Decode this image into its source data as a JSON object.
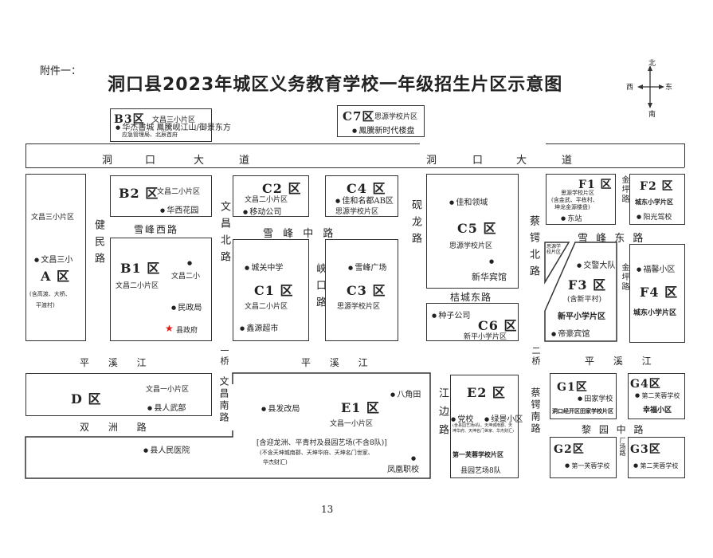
{
  "header": {
    "attachment": "附件一：",
    "title": "洞口县2023年城区义务教育学校一年级招生片区示意图",
    "compass": {
      "n": "北",
      "s": "南",
      "e": "东",
      "w": "西"
    },
    "page_number": "13"
  },
  "roads": {
    "dongkou_left": [
      "洞",
      "口",
      "大",
      "道"
    ],
    "dongkou_right": [
      "洞",
      "口",
      "大",
      "道"
    ],
    "xuefeng_west": "雪峰西路",
    "xuefeng_middle": "雪 峰 中 路",
    "xuefeng_east": "雪 峰 东 路",
    "jiemin": "健民路",
    "wenchang_north": "文昌北路",
    "xiakou": "峡口路",
    "yanlong": "砚龙路",
    "caie_north": "蔡锷北路",
    "jinping_upper": "金坪路",
    "jinping_lower": "金坪路",
    "jiecheng_east": "桔城东路",
    "pingxi_left": "平 溪 江",
    "pingxi_mid": "平 溪 江",
    "pingxi_right": "平 溪 江",
    "yiqiao": "一桥",
    "wenchang_south": "文昌南路",
    "erqiao": "二桥",
    "caie_south": "蔡锷南路",
    "jiangbian": "江边路",
    "shuangzhou": "双 洲 路",
    "liyuan": "黎 园 中 路",
    "chang_road": "厂场路"
  },
  "zones": {
    "B3": {
      "code": "B3区",
      "name": "文昌三小片区",
      "p1": "华杰書城 鳳騰岘江山/御景东方",
      "p2": "应急管理局、北辰首府"
    },
    "C7": {
      "code": "C7区",
      "name": "思源学校片区",
      "p1": "鳳騰新时代楼盘"
    },
    "A": {
      "code": "A 区",
      "name": "文昌三小片区",
      "p1": "文昌三小",
      "note1": "(含高渡、大桥、",
      "note2": "平渡村)"
    },
    "B2": {
      "code": "B2 区",
      "name": "文昌二小片区",
      "p1": "华西花园"
    },
    "B1": {
      "code": "B1 区",
      "name": "文昌二小片区",
      "p1": "文昌二小",
      "p2": "民政局",
      "p3": "县政府"
    },
    "C2": {
      "code": "C2 区",
      "name": "文昌二小片区",
      "p1": "移动公司"
    },
    "C4": {
      "code": "C4 区",
      "name": "思源学校片区",
      "p1": "佳和名都AB区"
    },
    "C1": {
      "code": "C1 区",
      "name": "文昌二小片区",
      "p1": "城关中学",
      "p2": "鑫源超市"
    },
    "C3": {
      "code": "C3 区",
      "name": "思源学校片区",
      "p1": "雪峰广场"
    },
    "C5": {
      "code": "C5 区",
      "name": "思源学校片区",
      "p1": "佳和领域",
      "p2": "新华宾馆"
    },
    "C6": {
      "code": "C6 区",
      "name": "新平小学片区",
      "p1": "种子公司"
    },
    "F1": {
      "code": "F1 区",
      "name": "思源学校片区",
      "note1": "(含金武、平栋村、",
      "note2": "坤龙金源楼盘)",
      "p1": "东站"
    },
    "F2": {
      "code": "F2 区",
      "name": "城东小学片区",
      "p1": "阳光驾校"
    },
    "F3": {
      "code": "F3 区",
      "name": "新平小学片区",
      "note": "(含新平村)",
      "p1": "交警大队",
      "p2": "帝豪宾馆",
      "strip": "思源学校片区"
    },
    "F4": {
      "code": "F4 区",
      "name": "城东小学片区",
      "p1": "福馨小区"
    },
    "D": {
      "code": "D 区",
      "name": "文昌一小片区",
      "p1": "县人武部",
      "p2": "县人民医院"
    },
    "E1": {
      "code": "E1 区",
      "name": "文昌一小片区",
      "p1": "县发改局",
      "p2": "八角田",
      "note1": "[含迎龙洲、平青村及县园艺场(不含8队)]",
      "note2": "(不含天坤城南郡、天坤华府、天坤名门世家、",
      "note3": "华杰财汇)",
      "p3": "凤凰职校"
    },
    "E2": {
      "code": "E2 区",
      "name": "第一芙蓉学校片区",
      "name2": "县园艺场8队",
      "p1": "党校",
      "p2": "绿景小区",
      "note": "(含县园艺场8队、天坤城南郡、天坤华府、天坤名门世家、华杰财汇)"
    },
    "G1": {
      "code": "G1区",
      "name": "洞口经开区田家学校片区",
      "p1": "田家学校"
    },
    "G4": {
      "code": "G4区",
      "name": "幸福小区",
      "p1": "第二芙蓉学校"
    },
    "G2": {
      "code": "G2区",
      "p1": "第一芙蓉学校"
    },
    "G3": {
      "code": "G3区",
      "p1": "第二芙蓉学校"
    }
  }
}
